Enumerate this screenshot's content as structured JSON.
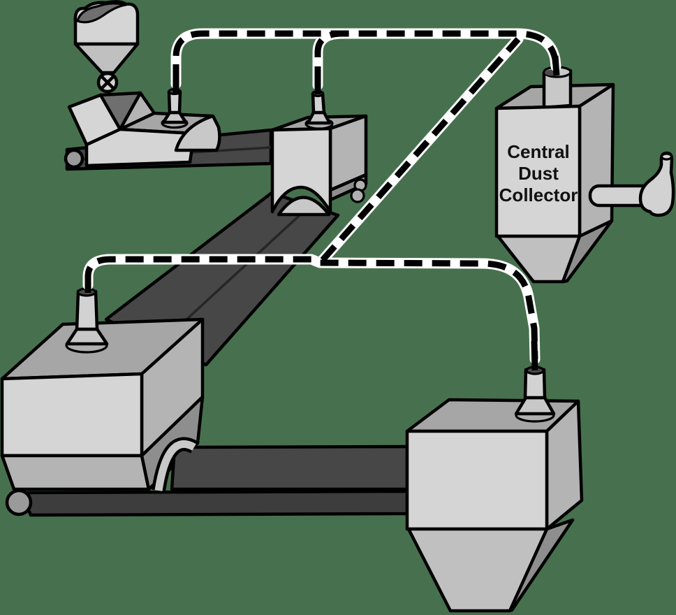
{
  "collector": {
    "label": "Central Dust Collector",
    "lines": [
      "Central",
      "Dust",
      "Collector"
    ]
  },
  "icons": {
    "valve_icon": "circle-x-valve",
    "duct_style": "dashed-pipe"
  },
  "components": [
    "feed-hopper-with-valve",
    "feeder-chute",
    "top-conveyor",
    "mid-transfer-box",
    "inclined-conveyor",
    "left-transfer-station",
    "lower-conveyors",
    "right-storage-hopper",
    "central-dust-collector",
    "dust-duct-network"
  ],
  "colors": {
    "bg": "#47714E",
    "outline": "#000000",
    "gray_light": "#d5d5d5",
    "gray_mid": "#a6a6a6",
    "gray_side": "#b4b4b4",
    "gray_dark": "#8e8e8e",
    "gray_interior": "#6f6f6f",
    "funnel": "#c0c0c0",
    "flare": "#c8c8c8",
    "belt": "#474747",
    "belt_dark": "#3d3d3d",
    "roller": "#9a9a9a",
    "nozzle_light": "#d2d2d2",
    "nozzle_base": "#b0b0b0",
    "nozzle_open": "#4a4a4a",
    "duct_case": "#ffffff",
    "duct_line": "#000000",
    "label": "#111111"
  }
}
